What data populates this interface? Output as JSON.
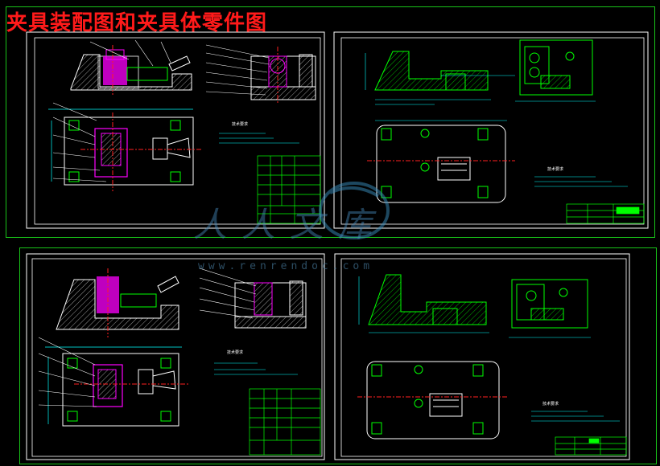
{
  "title": "夹具装配图和夹具体零件图",
  "watermark": {
    "text": "人人文库",
    "url": "www.renrendoc.com"
  },
  "sheets": [
    {
      "id": "assembly-top",
      "notes_heading": "技术要求"
    },
    {
      "id": "part-top",
      "notes_heading": "技术要求"
    },
    {
      "id": "assembly-bottom",
      "notes_heading": "技术要求"
    },
    {
      "id": "part-bottom",
      "notes_heading": "技术要求"
    }
  ],
  "colors": {
    "background": "#000000",
    "frame": "#19c419",
    "outline": "#ffffff",
    "part": "#00ff00",
    "highlight": "#ff00ff",
    "dimension": "#00ffff",
    "section": "#ff2020",
    "title": "#ff1a1a"
  }
}
